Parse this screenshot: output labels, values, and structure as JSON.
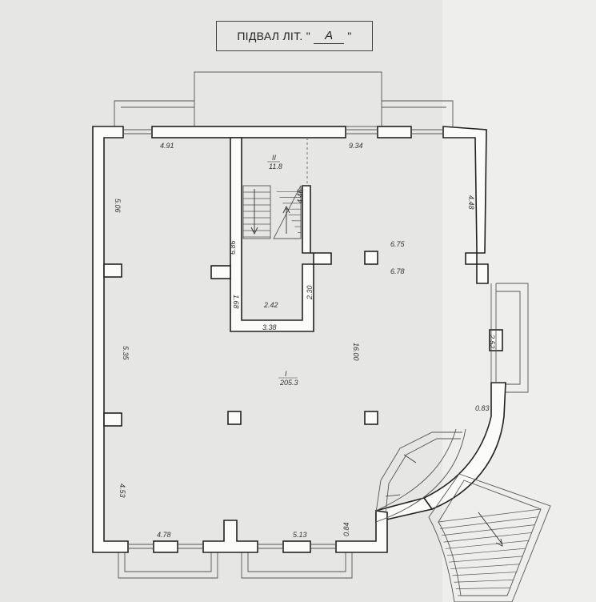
{
  "title": {
    "prefix": "ПІДВАЛ ЛІТ. \"",
    "letter": "А",
    "suffix": "\""
  },
  "dimensions": {
    "d491": "4.91",
    "d934": "9.34",
    "d448": "4.48",
    "d506": "5.06",
    "d446": "4.46",
    "d686": "6.86",
    "d675": "6.75",
    "d678": "6.78",
    "d168": "1.68",
    "d242": "2.42",
    "d230": "2.30",
    "d338": "3.38",
    "d535": "5.35",
    "d1600": "16.00",
    "d252": "2.52",
    "d083": "0.83",
    "d453": "4.53",
    "d478": "4.78",
    "d513": "5.13",
    "d084": "0.84"
  },
  "rooms": {
    "stair": {
      "num": "II",
      "area": "11.8"
    },
    "main": {
      "num": "I",
      "area": "205.3"
    }
  }
}
